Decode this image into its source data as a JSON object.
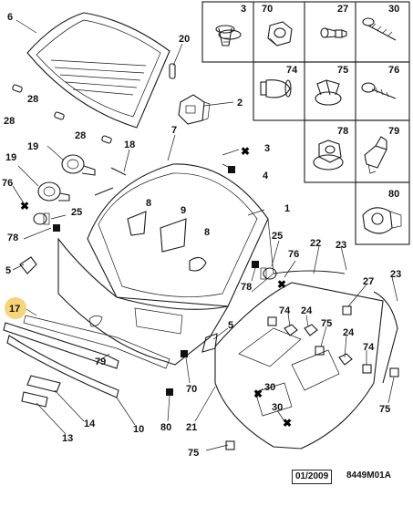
{
  "diagram": {
    "date_label": "01/2009",
    "ref_code": "8449M01A",
    "callouts": {
      "glass_6": "6",
      "strut_20": "20",
      "bracket_2": "2",
      "clip_3": "3",
      "clip_4": "4",
      "door_7": "7",
      "pad_18": "18",
      "cyl_19a": "19",
      "cyl_19b": "19",
      "clip_76a": "76",
      "clip_25a": "25",
      "clip_78a": "78",
      "part_5a": "5",
      "part_17": "17",
      "stop_28a": "28",
      "stop_28b": "28",
      "stop_28c": "28",
      "win_8a": "8",
      "win_9": "9",
      "win_8b": "8",
      "trim_1": "1",
      "clip_25b": "25",
      "clip_76b": "76",
      "clip_78b": "78",
      "seal_22": "22",
      "seal_23a": "23",
      "clip_27": "27",
      "seal_23b": "23",
      "clip_74a": "74",
      "clip_24a": "24",
      "clip_75a": "75",
      "clip_24b": "24",
      "clip_74b": "74",
      "part_5b": "5",
      "strip_79": "79",
      "clip_70": "70",
      "clip_30a": "30",
      "clip_30b": "30",
      "clip_75b": "75",
      "clip_80": "80",
      "panel_21": "21",
      "clip_75c": "75",
      "lamp_14": "14",
      "lamp_13": "13",
      "strip_10": "10"
    },
    "grid": [
      {
        "num": "3"
      },
      {
        "num": "70"
      },
      {
        "num": "27"
      },
      {
        "num": "30"
      },
      {
        "num": "74"
      },
      {
        "num": "75"
      },
      {
        "num": "76"
      },
      {
        "num": "78"
      },
      {
        "num": "79"
      },
      {
        "num": "80"
      }
    ]
  }
}
